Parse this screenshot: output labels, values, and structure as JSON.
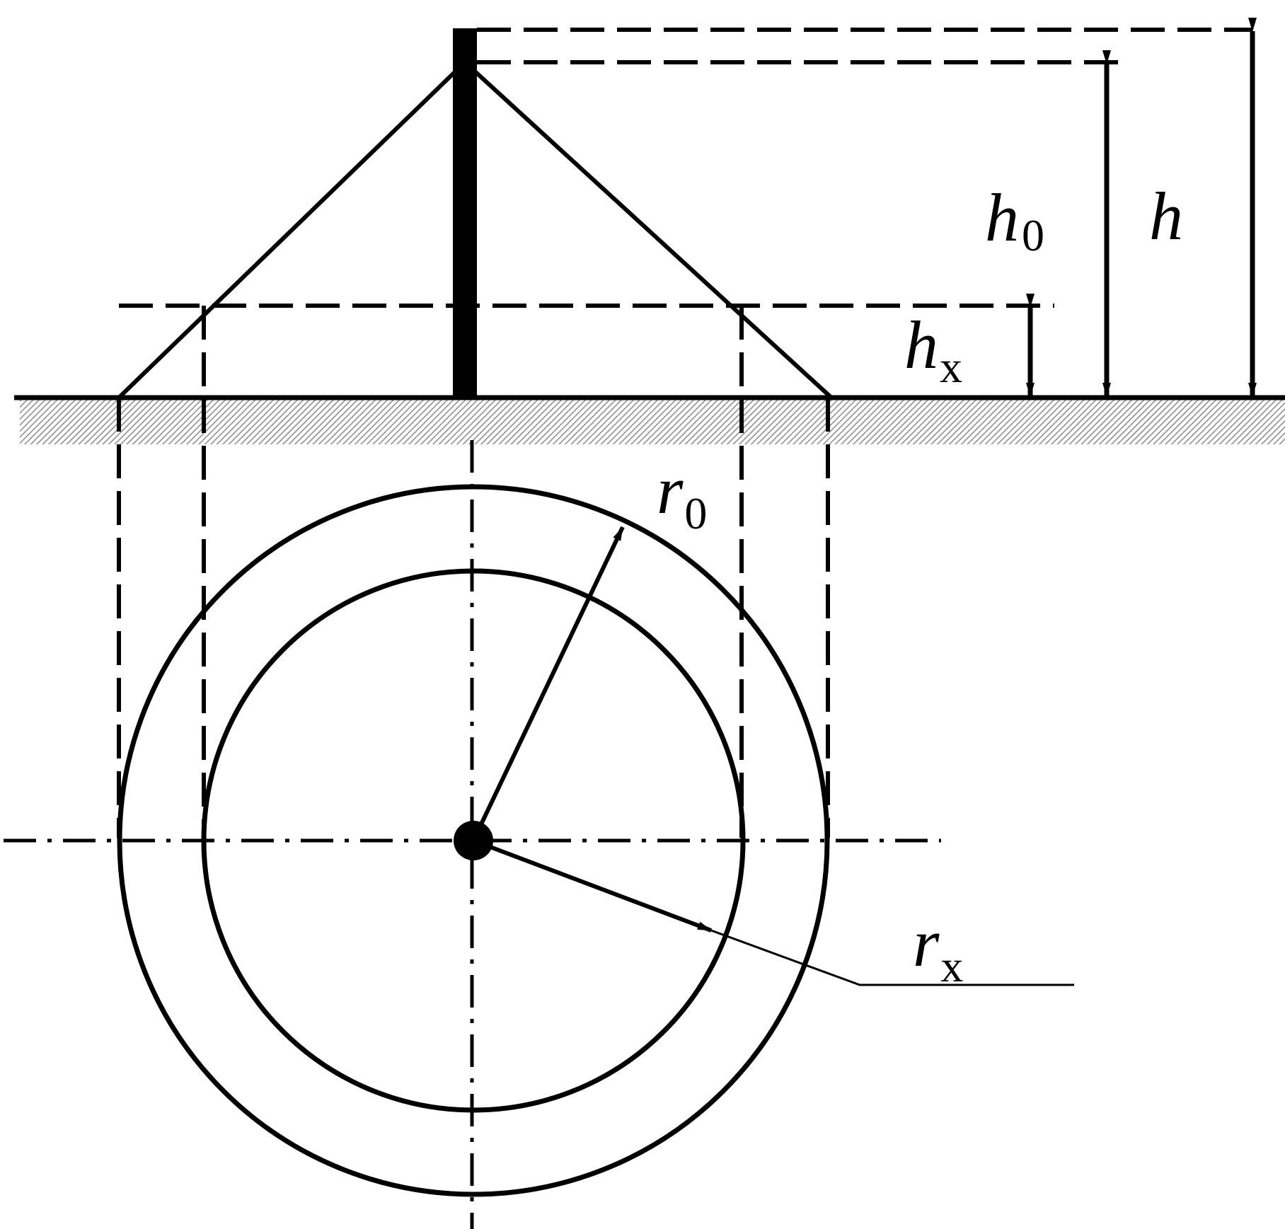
{
  "colors": {
    "ink": "#000000",
    "ground_hatch": "#9a9a9a",
    "background": "#ffffff"
  },
  "labels": {
    "h0": {
      "main": "h",
      "sub": "0"
    },
    "h": {
      "main": "h",
      "sub": ""
    },
    "hx": {
      "main": "h",
      "sub": "x"
    },
    "r0": {
      "main": "r",
      "sub": "0"
    },
    "rx": {
      "main": "r",
      "sub": "x"
    }
  }
}
